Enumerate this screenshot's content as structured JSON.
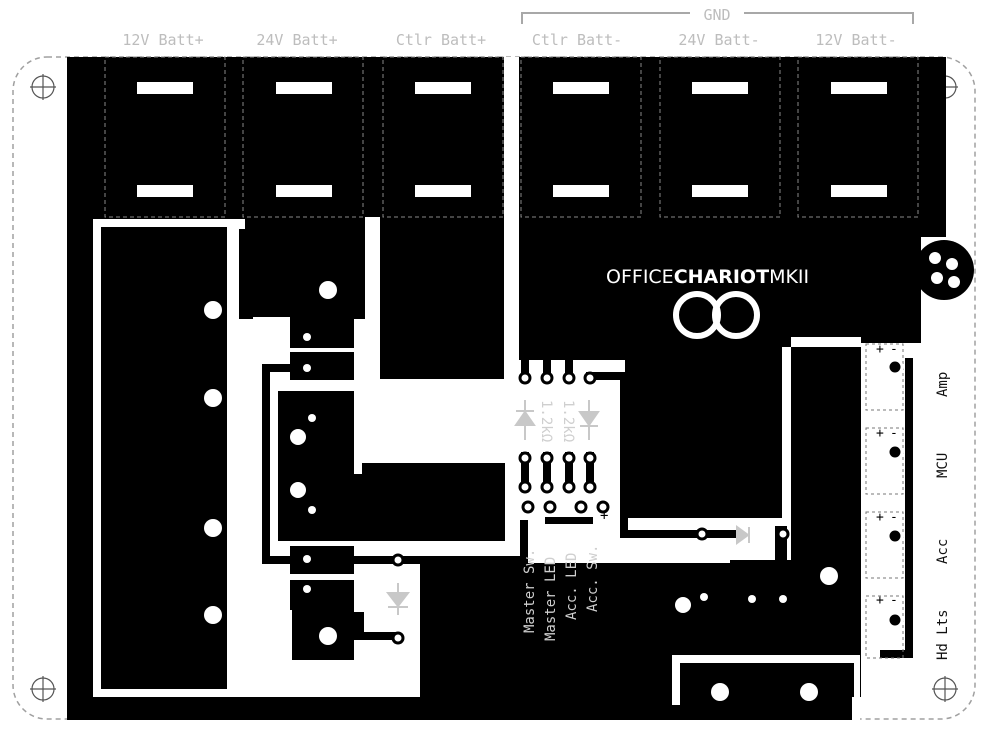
{
  "top_labels": {
    "batt12_pos": "12V Batt+",
    "batt24_pos": "24V Batt+",
    "ctlr_pos": "Ctlr Batt+",
    "ctlr_neg": "Ctlr Batt-",
    "batt24_neg": "24V Batt-",
    "batt12_neg": "12V Batt-",
    "gnd": "GND"
  },
  "logo": {
    "office": "OFFICE",
    "chariot": "CHARIOT",
    "mark": "MKII"
  },
  "resistors": {
    "r1": "1.2kΩ",
    "r2": "1.2kΩ"
  },
  "switch_labels": {
    "master_sw": "Master Sw.",
    "master_led": "Master LED",
    "acc_led": "Acc. LED",
    "acc_sw": "Acc. Sw."
  },
  "side_labels": {
    "amp": "Amp",
    "mcu": "MCU",
    "acc": "Acc",
    "hd_lts": "Hd Lts"
  },
  "polarity": {
    "plus": "+",
    "minus": "-"
  },
  "colors": {
    "copper": "#000000",
    "silk": "#ffffff",
    "outline": "#9a9a9a",
    "label": "#bdbdbd"
  }
}
